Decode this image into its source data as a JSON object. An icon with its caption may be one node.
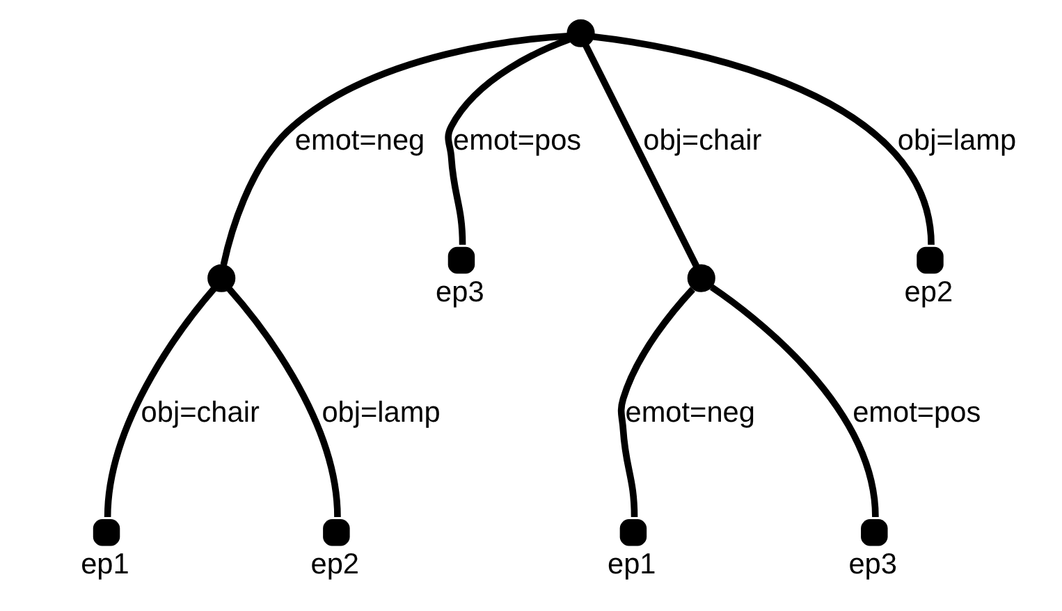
{
  "diagram": {
    "nodes": [
      {
        "text": [],
        "shape": "circle"
      },
      {
        "text": [],
        "shape": "circle"
      },
      {
        "text": [
          "ep3"
        ]
      },
      {
        "text": [],
        "shape": "circle"
      },
      {
        "text": [
          "ep2"
        ]
      },
      {
        "text": [
          "ep1"
        ]
      },
      {
        "text": [
          "ep2"
        ]
      },
      {
        "text": [
          "ep1"
        ]
      },
      {
        "text": [
          "ep3"
        ]
      }
    ],
    "edges": [
      {
        "from": 0,
        "to": 1,
        "arrow": "none",
        "label": "emot=neg"
      },
      {
        "from": 0,
        "to": 2,
        "arrow": "none",
        "label": "emot=pos"
      },
      {
        "from": 0,
        "to": 3,
        "arrow": "none",
        "label": "obj=chair"
      },
      {
        "from": 0,
        "to": 4,
        "arrow": "none",
        "label": "obj=lamp"
      },
      {
        "from": 1,
        "to": 5,
        "arrow": "none",
        "label": "obj=chair"
      },
      {
        "from": 1,
        "to": 6,
        "arrow": "none",
        "label": "obj=lamp"
      },
      {
        "from": 3,
        "to": 7,
        "arrow": "none",
        "label": "emot=neg"
      },
      {
        "from": 3,
        "to": 8,
        "arrow": "none",
        "label": "emot=pos"
      }
    ]
  }
}
